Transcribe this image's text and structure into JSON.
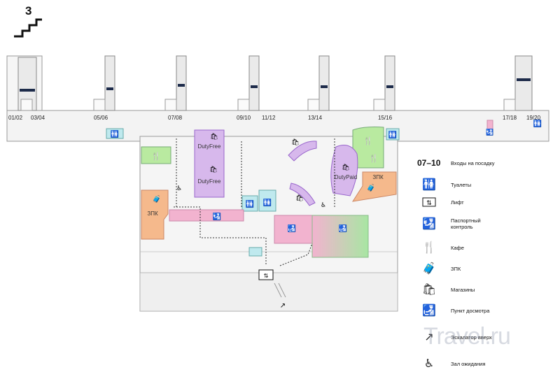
{
  "floor": {
    "number": "3",
    "icon": "stairs-icon"
  },
  "gates": [
    "01/02",
    "03/04",
    "05/06",
    "07/08",
    "09/10",
    "11/12",
    "13/14",
    "15/16",
    "17/18",
    "19/20"
  ],
  "zones": {
    "duty_free_a": "DutyFree",
    "duty_free_b": "DutyFree",
    "duty_paid": "DutyPaid",
    "zpk_left": "ЗПК",
    "zpk_right": "ЗПК"
  },
  "legend": {
    "gate_code": "07–10",
    "items": [
      {
        "icon": "gate-icon",
        "label": "Входы на посадку"
      },
      {
        "icon": "toilet-icon",
        "label": "Туалеты"
      },
      {
        "icon": "elevator-icon",
        "label": "Лифт"
      },
      {
        "icon": "passport-control-icon",
        "label": "Паспортный контроль"
      },
      {
        "icon": "cafe-icon",
        "label": "Кафе"
      },
      {
        "icon": "vip-lounge-icon",
        "label": "ЗПК"
      },
      {
        "icon": "shop-icon",
        "label": "Магазины"
      },
      {
        "icon": "security-check-icon",
        "label": "Пункт досмотра"
      },
      {
        "icon": "escalator-up-icon",
        "label": "Эскалатор вверх"
      },
      {
        "icon": "waiting-room-icon",
        "label": "Зал ожидания"
      }
    ]
  },
  "colors": {
    "duty_free": "#d7b8ec",
    "cafe": "#b9eaa0",
    "zpk": "#f5b98c",
    "passport": "#f2b3cf",
    "toilet": "#bfe9ee",
    "security": "#f2b3cf",
    "security_green": "#a8e6a3"
  },
  "watermark": "Travel.ru"
}
